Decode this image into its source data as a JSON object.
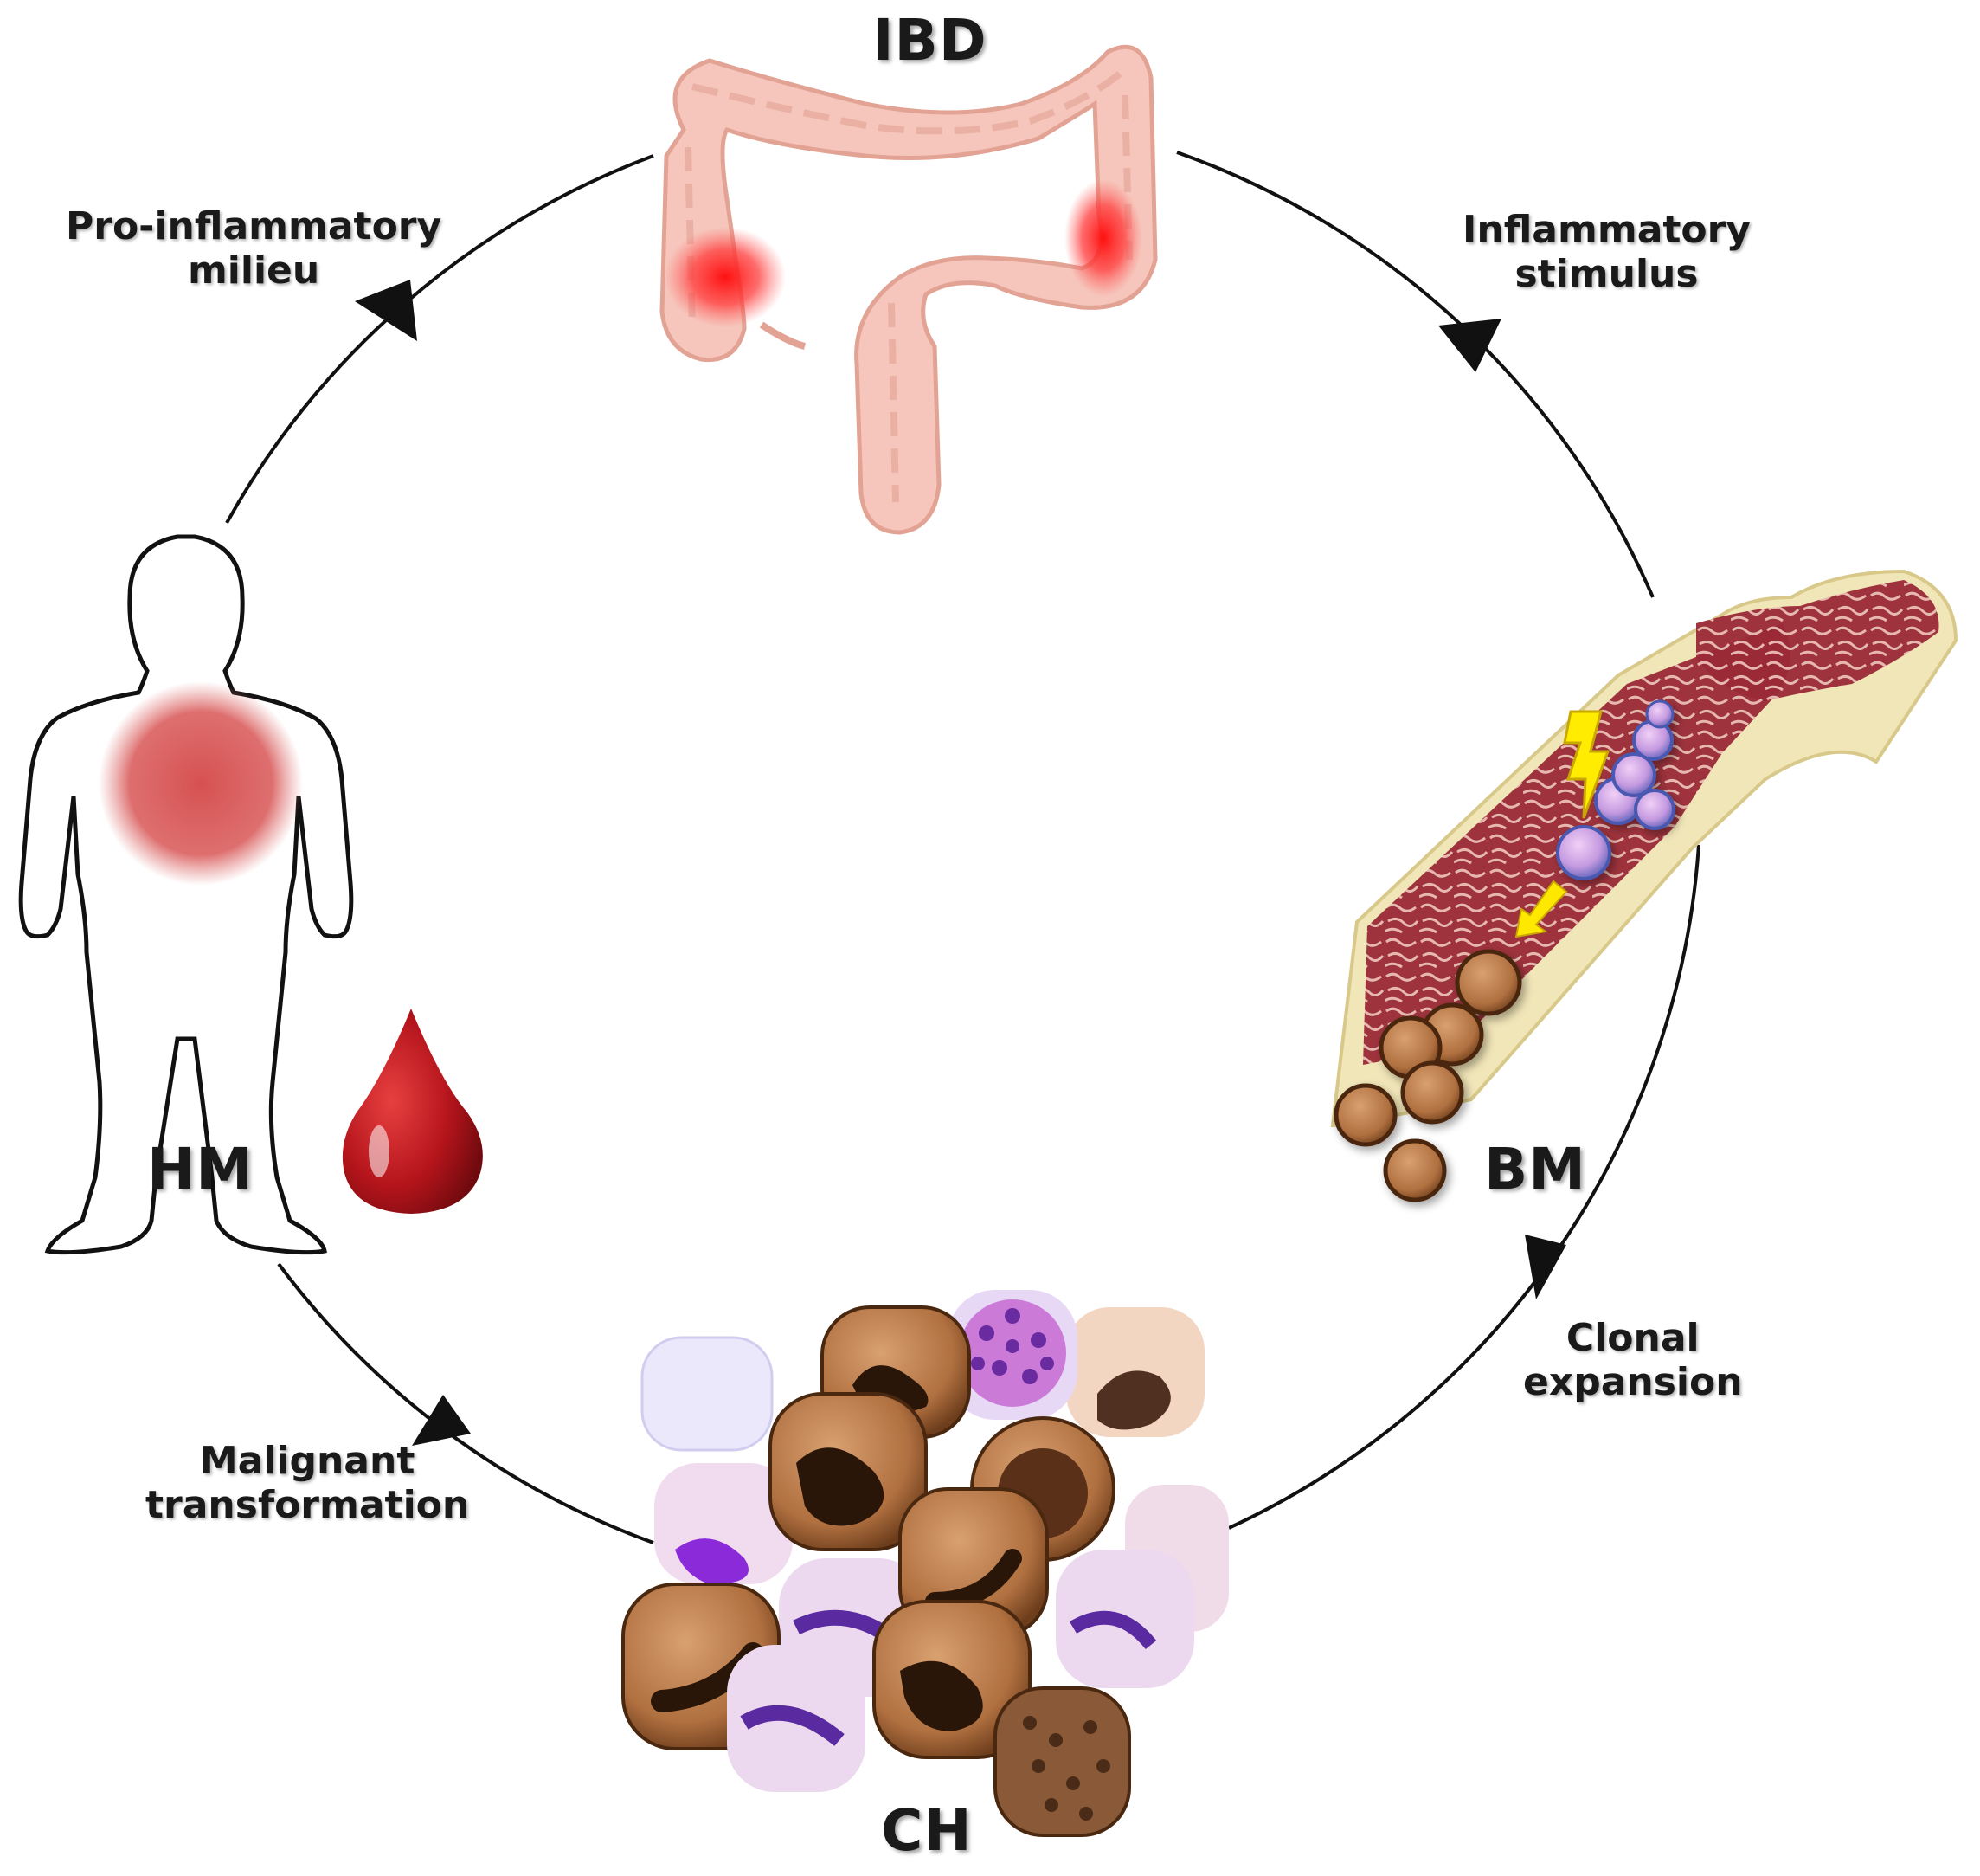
{
  "nodes": {
    "ibd": {
      "label": "IBD",
      "icon": "colon-icon"
    },
    "bm": {
      "label": "BM",
      "icon": "bone-marrow-icon"
    },
    "ch": {
      "label": "CH",
      "icon": "blood-cells-icon"
    },
    "hm": {
      "label": "HM",
      "icon": "human-body-icon"
    }
  },
  "edges": {
    "ibd_to_bm": {
      "line1": "Inflammatory",
      "line2": "stimulus"
    },
    "bm_to_ch": {
      "line1": "Clonal",
      "line2": "expansion"
    },
    "ch_to_hm": {
      "line1": "Malignant",
      "line2": "transformation"
    },
    "hm_to_ibd": {
      "line1": "Pro-inflammatory",
      "line2": "milieu"
    }
  },
  "icons": {
    "blood-drop": "blood-drop-icon",
    "lightning": "lightning-bolt-icon"
  },
  "colors": {
    "colon": "#f6c6bc",
    "inflammation": "#ff1f1f",
    "bone": "#f1e6b8",
    "marrow": "#8e2530",
    "stem_cell": "#d9a6e8",
    "mature_cell": "#8a5430",
    "blood": "#b3141b",
    "lightning": "#ffec00"
  }
}
